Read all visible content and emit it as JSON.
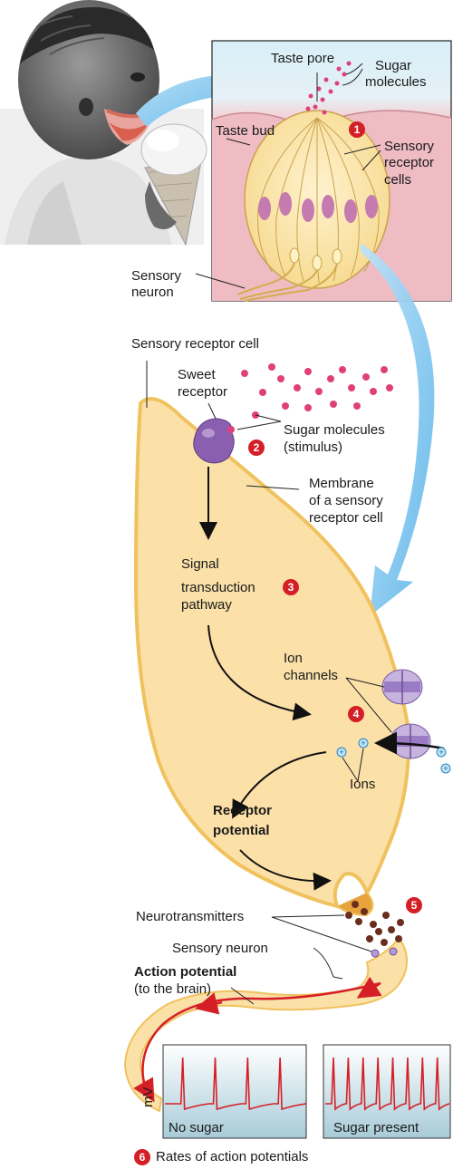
{
  "labels": {
    "taste_pore": "Taste pore",
    "sugar_molecules_top_1": "Sugar",
    "sugar_molecules_top_2": "molecules",
    "taste_bud": "Taste bud",
    "sensory_receptor_cells_1": "Sensory",
    "sensory_receptor_cells_2": "receptor",
    "sensory_receptor_cells_3": "cells",
    "sensory_neuron_top_1": "Sensory",
    "sensory_neuron_top_2": "neuron",
    "sensory_receptor_cell": "Sensory receptor cell",
    "sweet_receptor_1": "Sweet",
    "sweet_receptor_2": "receptor",
    "sugar_molecules_stim_1": "Sugar molecules",
    "sugar_molecules_stim_2": "(stimulus)",
    "membrane_1": "Membrane",
    "membrane_2": "of a sensory",
    "membrane_3": "receptor cell",
    "signal_1": "Signal",
    "signal_2": "transduction",
    "signal_3": "pathway",
    "ion_channels_1": "Ion",
    "ion_channels_2": "channels",
    "ions": "Ions",
    "receptor_potential_1": "Receptor",
    "receptor_potential_2": "potential",
    "neurotransmitters": "Neurotransmitters",
    "sensory_neuron_bottom": "Sensory neuron",
    "action_potential_1": "Action potential",
    "action_potential_2": "(to the brain)",
    "mv": "mV",
    "no_sugar": "No sugar",
    "sugar_present": "Sugar present",
    "rates": "Rates of action potentials"
  },
  "steps": {
    "s1": "1",
    "s2": "2",
    "s3": "3",
    "s4": "4",
    "s5": "5",
    "s6": "6"
  },
  "plots": {
    "no_sugar_spike_count": 4,
    "sugar_present_spike_count": 8
  },
  "colors": {
    "cell_fill": "#fbe0a8",
    "cell_outline": "#f0c25e",
    "taste_bg_top": "#d7eef8",
    "taste_bg_bottom": "#f2c6cc",
    "arrow_blue": "#7cc4ee",
    "step_red": "#d51f26",
    "sugar": "#e0407a",
    "receptor_purple": "#8a5fb0",
    "trace_red": "#d51f26",
    "plot_bg": "#b9d5e0"
  }
}
